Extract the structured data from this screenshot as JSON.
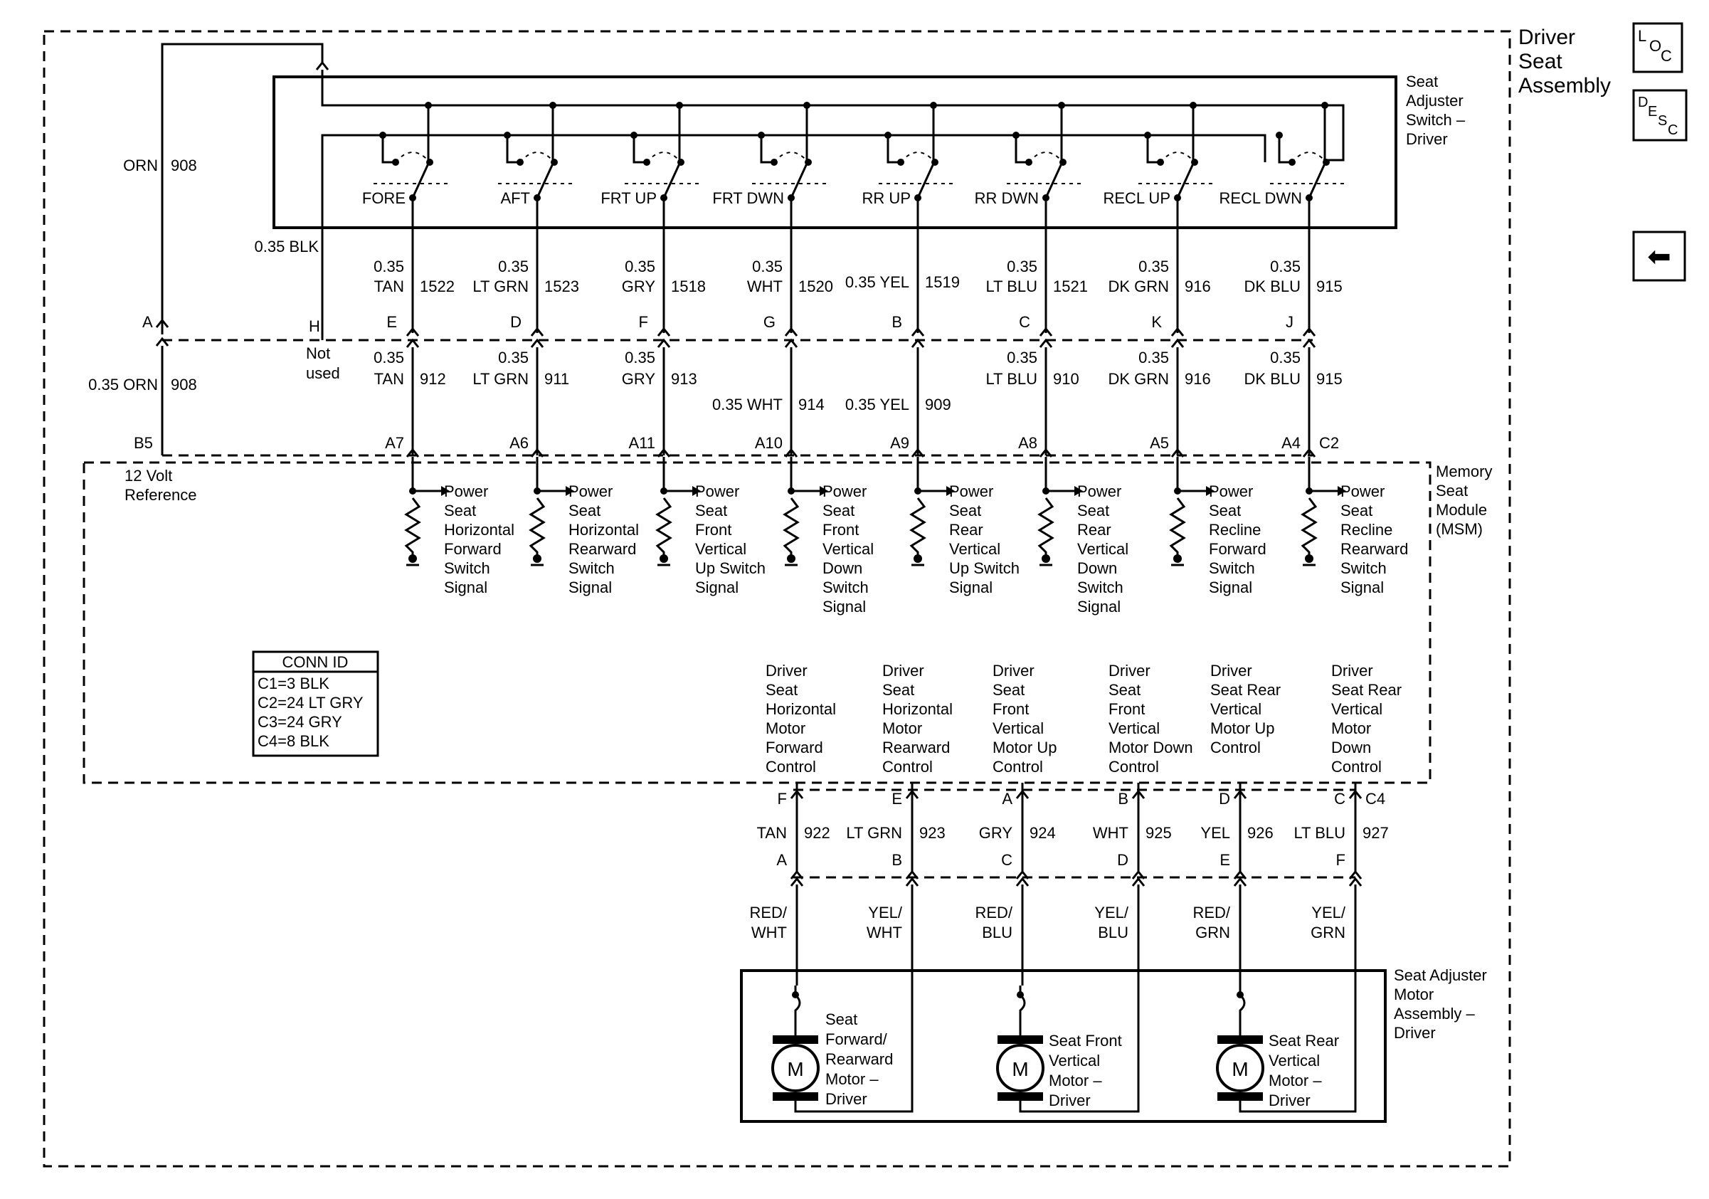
{
  "assembly_title": [
    "Driver",
    "Seat",
    "Assembly"
  ],
  "side_buttons": {
    "loc": {
      "l1": "L",
      "l2": "O",
      "l3": "C"
    },
    "desc": {
      "l1": "D",
      "l2": "E",
      "l3": "S",
      "l4": "C"
    },
    "back_glyph": "⬅"
  },
  "switch_box_label": [
    "Seat",
    "Adjuster",
    "Switch –",
    "Driver"
  ],
  "msm_label": [
    "Memory",
    "Seat",
    "Module",
    "(MSM)"
  ],
  "motor_box_label": [
    "Seat Adjuster",
    "Motor",
    "Assembly –",
    "Driver"
  ],
  "switch_names": [
    "FORE",
    "AFT",
    "FRT UP",
    "FRT DWN",
    "RR UP",
    "RR DWN",
    "RECL UP",
    "RECL DWN"
  ],
  "ref_wire": {
    "upper": {
      "color": "ORN",
      "circuit": "908"
    },
    "lower": {
      "color": "0.35 ORN",
      "circuit": "908"
    },
    "pin_top": "A",
    "pin_bot": "B5",
    "msm_text": [
      "12 Volt",
      "Reference"
    ]
  },
  "ground_wire": {
    "label": "0.35 BLK",
    "pin": "H",
    "note": [
      "Not",
      "used"
    ]
  },
  "switch_wires": [
    {
      "upper_gauge": "0.35",
      "upper_color": "TAN",
      "upper_circuit": "1522",
      "pin_top": "E",
      "lower_gauge": "0.35",
      "lower_color": "TAN",
      "lower_circuit": "912",
      "pin_bot": "A7",
      "signal": [
        "Power",
        "Seat",
        "Horizontal",
        "Forward",
        "Switch",
        "Signal"
      ]
    },
    {
      "upper_gauge": "0.35",
      "upper_color": "LT GRN",
      "upper_circuit": "1523",
      "pin_top": "D",
      "lower_gauge": "0.35",
      "lower_color": "LT GRN",
      "lower_circuit": "911",
      "pin_bot": "A6",
      "signal": [
        "Power",
        "Seat",
        "Horizontal",
        "Rearward",
        "Switch",
        "Signal"
      ]
    },
    {
      "upper_gauge": "0.35",
      "upper_color": "GRY",
      "upper_circuit": "1518",
      "pin_top": "F",
      "lower_gauge": "0.35",
      "lower_color": "GRY",
      "lower_circuit": "913",
      "pin_bot": "A11",
      "signal": [
        "Power",
        "Seat",
        "Front",
        "Vertical",
        "Up Switch",
        "Signal"
      ]
    },
    {
      "upper_gauge": "0.35",
      "upper_color": "WHT",
      "upper_circuit": "1520",
      "pin_top": "G",
      "lower_gauge": "",
      "lower_color": "0.35 WHT",
      "lower_circuit": "914",
      "pin_bot": "A10",
      "signal": [
        "Power",
        "Seat",
        "Front",
        "Vertical",
        "Down",
        "Switch",
        "Signal"
      ]
    },
    {
      "upper_gauge": "",
      "upper_color": "0.35 YEL",
      "upper_circuit": "1519",
      "pin_top": "B",
      "lower_gauge": "",
      "lower_color": "0.35 YEL",
      "lower_circuit": "909",
      "pin_bot": "A9",
      "signal": [
        "Power",
        "Seat",
        "Rear",
        "Vertical",
        "Up Switch",
        "Signal"
      ]
    },
    {
      "upper_gauge": "0.35",
      "upper_color": "LT BLU",
      "upper_circuit": "1521",
      "pin_top": "C",
      "lower_gauge": "0.35",
      "lower_color": "LT BLU",
      "lower_circuit": "910",
      "pin_bot": "A8",
      "signal": [
        "Power",
        "Seat",
        "Rear",
        "Vertical",
        "Down",
        "Switch",
        "Signal"
      ]
    },
    {
      "upper_gauge": "0.35",
      "upper_color": "DK GRN",
      "upper_circuit": "916",
      "pin_top": "K",
      "lower_gauge": "0.35",
      "lower_color": "DK GRN",
      "lower_circuit": "916",
      "pin_bot": "A5",
      "signal": [
        "Power",
        "Seat",
        "Recline",
        "Forward",
        "Switch",
        "Signal"
      ]
    },
    {
      "upper_gauge": "0.35",
      "upper_color": "DK BLU",
      "upper_circuit": "915",
      "pin_top": "J",
      "lower_gauge": "0.35",
      "lower_color": "DK BLU",
      "lower_circuit": "915",
      "pin_bot": "A4",
      "pin_bot2": "C2",
      "signal": [
        "Power",
        "Seat",
        "Recline",
        "Rearward",
        "Switch",
        "Signal"
      ]
    }
  ],
  "conn_id": {
    "title": "CONN ID",
    "rows": [
      "C1=3 BLK",
      "C2=24 LT GRY",
      "C3=24 GRY",
      "C4=8 BLK"
    ]
  },
  "motor_controls": [
    {
      "label": [
        "Driver",
        "Seat",
        "Horizontal",
        "Motor",
        "Forward",
        "Control"
      ],
      "msm_pin": "F",
      "color": "TAN",
      "circuit": "922",
      "motor_pin": "A",
      "motor_color": [
        "RED/",
        "WHT"
      ]
    },
    {
      "label": [
        "Driver",
        "Seat",
        "Horizontal",
        "Motor",
        "Rearward",
        "Control"
      ],
      "msm_pin": "E",
      "color": "LT GRN",
      "circuit": "923",
      "motor_pin": "B",
      "motor_color": [
        "YEL/",
        "WHT"
      ]
    },
    {
      "label": [
        "Driver",
        "Seat",
        "Front",
        "Vertical",
        "Motor Up",
        "Control"
      ],
      "msm_pin": "A",
      "color": "GRY",
      "circuit": "924",
      "motor_pin": "C",
      "motor_color": [
        "RED/",
        "BLU"
      ]
    },
    {
      "label": [
        "Driver",
        "Seat",
        "Front",
        "Vertical",
        "Motor Down",
        "Control"
      ],
      "msm_pin": "B",
      "color": "WHT",
      "circuit": "925",
      "motor_pin": "D",
      "motor_color": [
        "YEL/",
        "BLU"
      ]
    },
    {
      "label": [
        "Driver",
        "Seat Rear",
        "Vertical",
        "Motor Up",
        "Control"
      ],
      "msm_pin": "D",
      "color": "YEL",
      "circuit": "926",
      "motor_pin": "E",
      "motor_color": [
        "RED/",
        "GRN"
      ]
    },
    {
      "label": [
        "Driver",
        "Seat Rear",
        "Vertical",
        "Motor",
        "Down",
        "Control"
      ],
      "msm_pin": "C",
      "msm_pin2": "C4",
      "color": "LT BLU",
      "circuit": "927",
      "motor_pin": "F",
      "motor_color": [
        "YEL/",
        "GRN"
      ]
    }
  ],
  "motors": [
    {
      "symbol": "M",
      "label": [
        "Seat",
        "Forward/",
        "Rearward",
        "Motor –",
        "Driver"
      ]
    },
    {
      "symbol": "M",
      "label": [
        "Seat Front",
        "Vertical",
        "Motor –",
        "Driver"
      ]
    },
    {
      "symbol": "M",
      "label": [
        "Seat Rear",
        "Vertical",
        "Motor –",
        "Driver"
      ]
    }
  ]
}
